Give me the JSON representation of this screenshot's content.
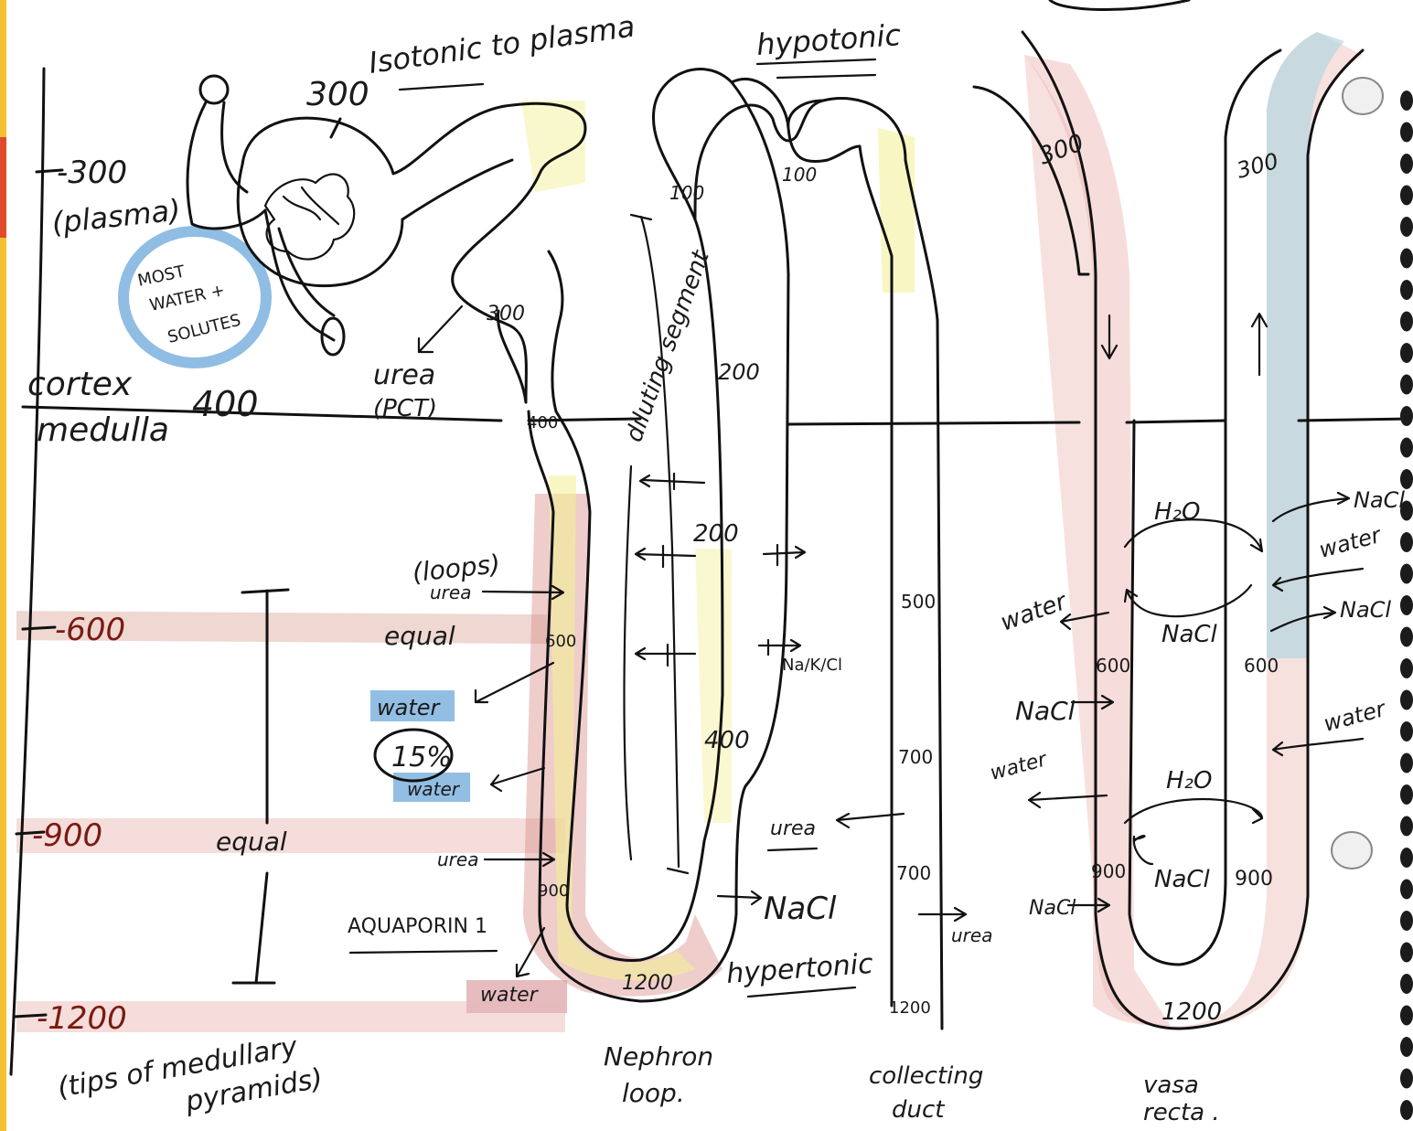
{
  "gradient_scale": {
    "markers": [
      "-300",
      "(plasma)",
      "-600",
      "-900",
      "-1200",
      "(tips of medullary",
      "pyramids)"
    ],
    "cortex_label": "cortex",
    "medulla_label": "medulla",
    "boundary_value": "400",
    "equal_labels": [
      "equal",
      "equal"
    ]
  },
  "glomerulus": {
    "value": "300",
    "tonicity": "Isotonic to plasma",
    "badge_lines": [
      "MOST",
      "WATER +",
      "SOLUTES"
    ]
  },
  "pct": {
    "value": "300",
    "urea_label": "urea",
    "urea_source": "(PCT)"
  },
  "nephron_loop": {
    "caption_lines": [
      "Nephron",
      "loop."
    ],
    "descending_values": [
      "400",
      "600",
      "900"
    ],
    "bottom_value": "1200",
    "ascending_values": [
      "100",
      "200",
      "200",
      "400"
    ],
    "dct_value": "100",
    "tonicity_top": "hypotonic",
    "tonicity_bottom": "hypertonic",
    "diluting_segment": "diluting segment",
    "ion_label": "Na/K/Cl",
    "nacl_out": "NaCl",
    "loops_label": "(loops)",
    "urea_in_labels": [
      "urea",
      "urea"
    ],
    "equal_label": "equal",
    "water_labels": [
      "water",
      "water",
      "water"
    ],
    "water_percent": "15%",
    "aquaporin": "AQUAPORIN 1"
  },
  "collecting_duct": {
    "caption_lines": [
      "collecting",
      "duct"
    ],
    "values": [
      "500",
      "700",
      "700",
      "1200"
    ],
    "urea_out": "urea",
    "urea_in": "urea"
  },
  "vasa_recta": {
    "caption_lines": [
      "vasa",
      "recta ."
    ],
    "descending_values": [
      "300",
      "600",
      "900"
    ],
    "ascending_values": [
      "300",
      "600",
      "900"
    ],
    "bottom_value": "1200",
    "h2o_labels": [
      "H₂O",
      "H₂O"
    ],
    "nacl_center": [
      "NaCl",
      "NaCl"
    ],
    "left_labels": [
      "water",
      "NaCl",
      "water",
      "NaCl"
    ],
    "right_labels": [
      "NaCl",
      "water",
      "NaCl",
      "water"
    ]
  },
  "colors": {
    "ink": "#111111",
    "highlight_red": "#d9918a",
    "highlight_blue": "#7fb3de",
    "highlight_yellow": "#f4f09a",
    "vasa_red": "#e8a9a4",
    "vasa_blue": "#a9d3e0",
    "marker_red": "#7a1a12"
  }
}
